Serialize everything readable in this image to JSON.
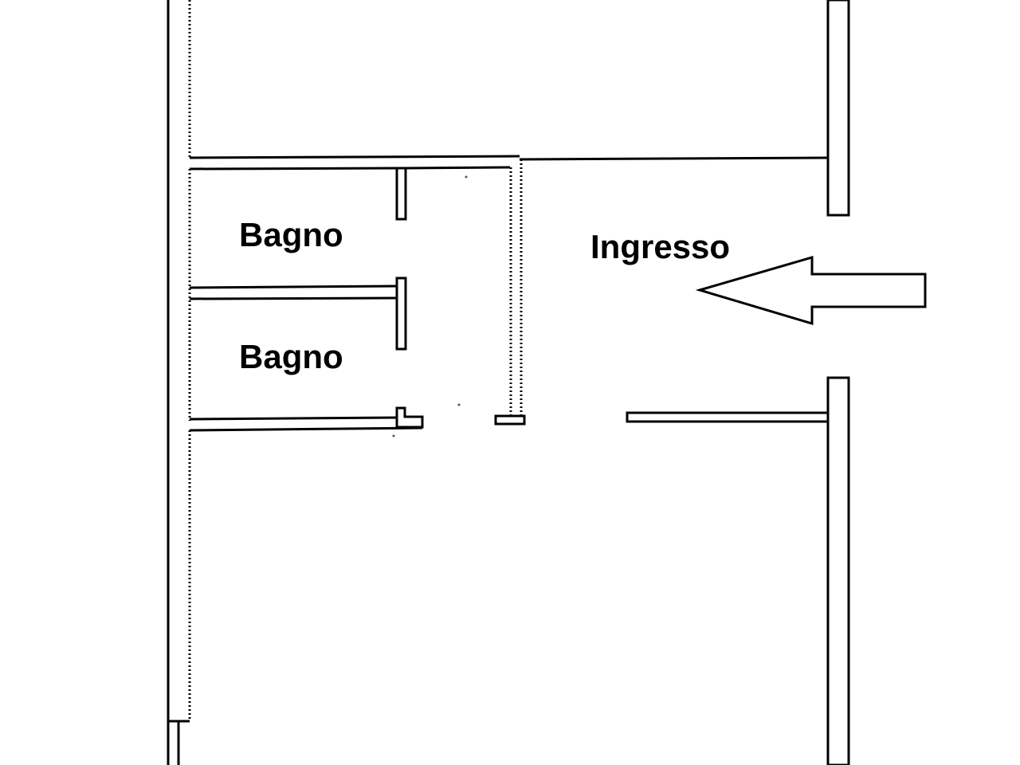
{
  "rooms": {
    "bagno_upper": "Bagno",
    "bagno_lower": "Bagno",
    "ingresso": "Ingresso"
  },
  "entrance_arrow": {
    "icon": "left-arrow-icon",
    "direction": "left"
  },
  "colors": {
    "wall": "#000000",
    "background": "#ffffff"
  }
}
